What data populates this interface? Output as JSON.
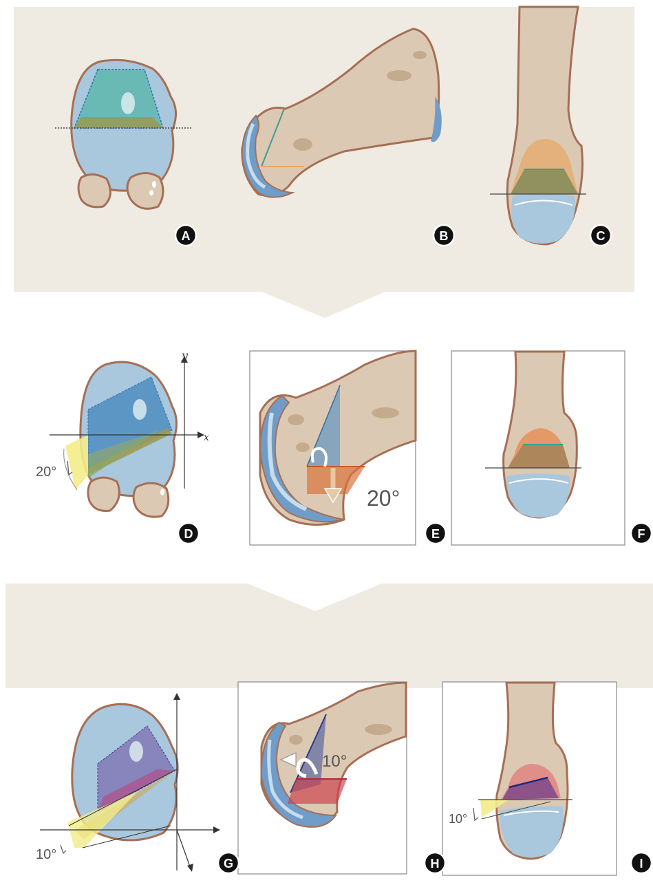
{
  "panels": {
    "A": "A",
    "B": "B",
    "C": "C",
    "D": "D",
    "E": "E",
    "F": "F",
    "G": "G",
    "H": "H",
    "I": "I"
  },
  "axes": {
    "y": "y",
    "x": "x"
  },
  "angles": {
    "d": "20°",
    "e": "20°",
    "g": "10°",
    "h": "10°",
    "i": "10°"
  },
  "colors": {
    "background": "#efebe2",
    "bone": "#dcc9b3",
    "bone_dark": "#c4ab8e",
    "outline": "#a56f55",
    "cartilage": "#a9c7dd",
    "cartilage_dark": "#6f9cc8",
    "cyan_plane": "#59b6ab",
    "olive_plane": "#9a9a52",
    "orange": "#e7a86a",
    "blue_plane": "#4f8dc1",
    "red": "#cc3c4a",
    "purple": "#7e5a9a",
    "yellow": "#f3ec8a"
  }
}
